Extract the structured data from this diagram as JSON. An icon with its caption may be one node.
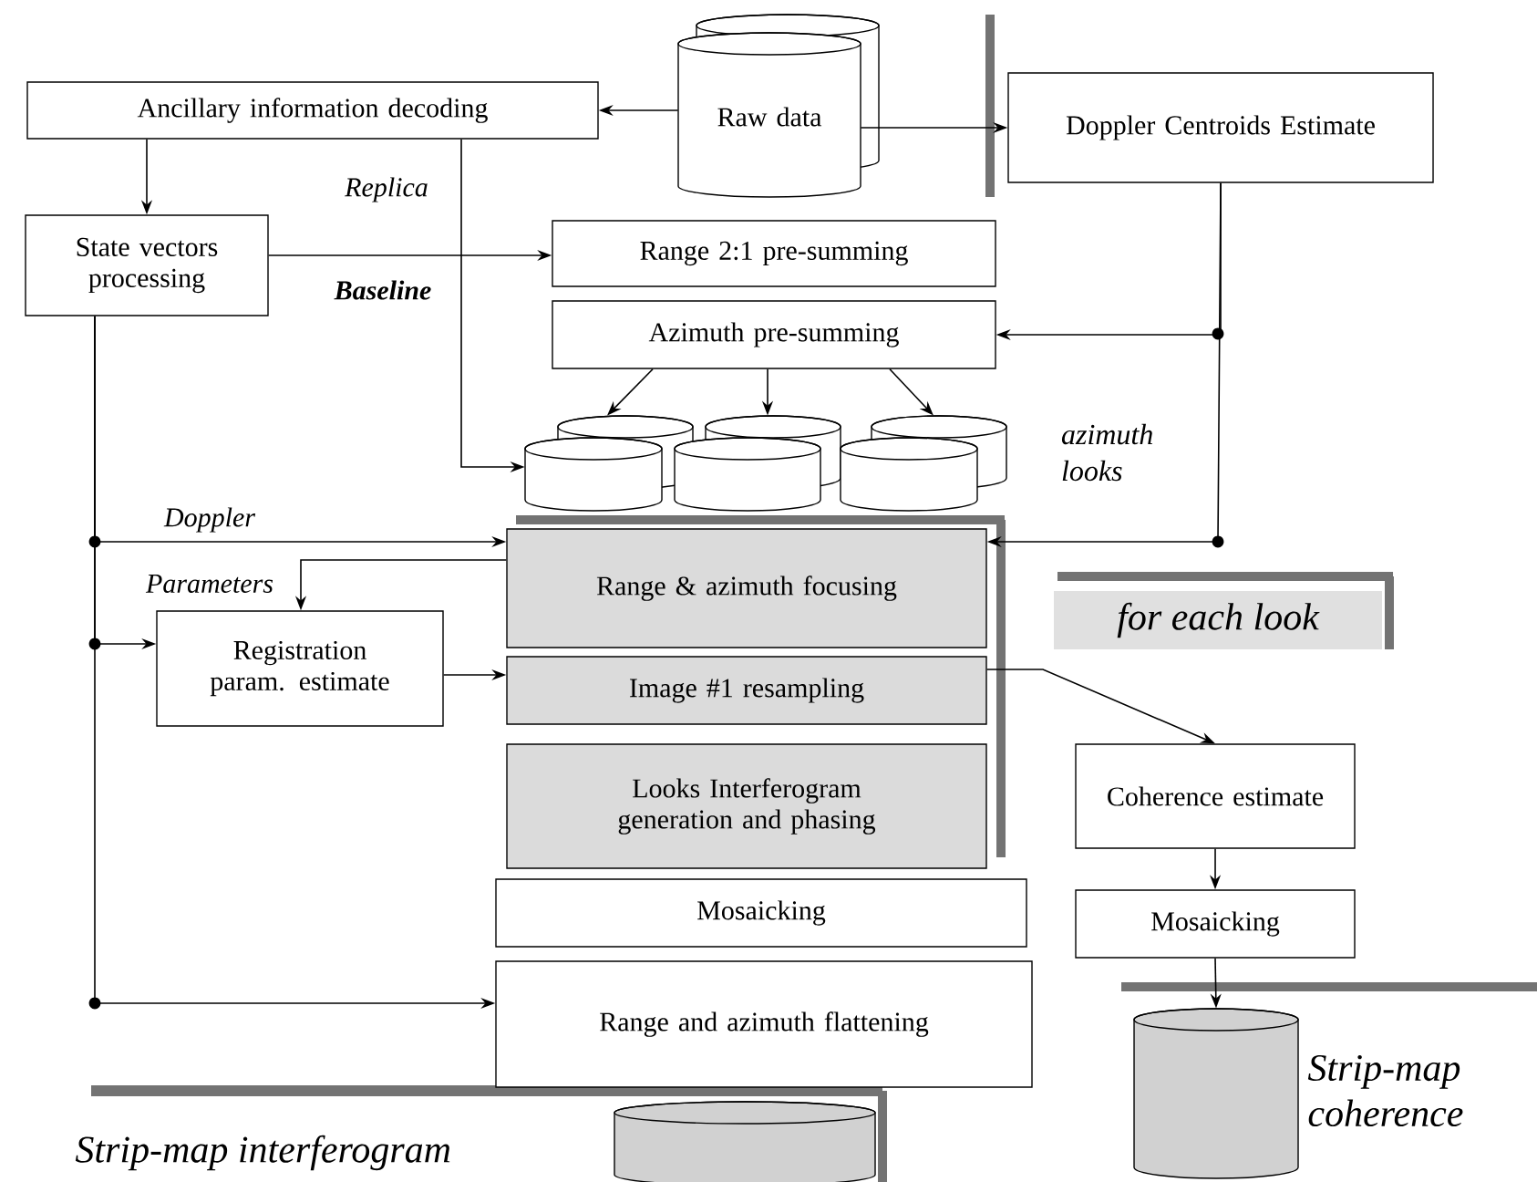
{
  "diagram": {
    "nodes": [
      {
        "text": [
          "Ancillary information decoding"
        ]
      },
      {
        "text": [
          "Raw data"
        ]
      },
      {
        "text": [
          "Doppler Centroids Estimate"
        ]
      },
      {
        "text": [
          "State vectors processing"
        ]
      },
      {
        "text": [
          "Range 2:1 pre-summing"
        ]
      },
      {
        "text": [
          "Azimuth pre-summing"
        ]
      },
      {
        "text": [],
        "shape": "cylinder"
      },
      {
        "text": [],
        "shape": "cylinder"
      },
      {
        "text": [],
        "shape": "cylinder"
      },
      {
        "text": [],
        "shape": "cylinder"
      },
      {
        "text": [],
        "shape": "cylinder"
      },
      {
        "text": [],
        "shape": "cylinder"
      },
      {
        "text": [
          "Range & azimuth focusing"
        ]
      },
      {
        "text": [
          "Registration param. estimate"
        ]
      },
      {
        "text": [
          "Image #1 resampling"
        ]
      },
      {
        "text": [
          "Looks Interferogram generation and phasing"
        ]
      },
      {
        "text": [
          "Mosaicking"
        ]
      },
      {
        "text": [
          "Range and azimuth flattening"
        ]
      },
      {
        "text": [
          "Coherence estimate"
        ]
      },
      {
        "text": [
          "Mosaicking"
        ]
      },
      {
        "text": [],
        "shape": "cylinder"
      },
      {
        "text": [],
        "shape": "cylinder",
        "beside": [
          "Strip-map coherence"
        ]
      }
    ],
    "edges": [
      {
        "from": 1,
        "to": 0,
        "arrow": "to"
      },
      {
        "from": 1,
        "to": 2,
        "arrow": "to"
      },
      {
        "from": 0,
        "to": 3,
        "arrow": "to"
      },
      {
        "from": 3,
        "to": 4,
        "arrow": "to",
        "label": "Baseline"
      },
      {
        "from": 0,
        "to": 9,
        "arrow": "to",
        "label": "Replica"
      },
      {
        "from": 5,
        "to": 6,
        "arrow": "to"
      },
      {
        "from": 5,
        "to": 7,
        "arrow": "to"
      },
      {
        "from": 5,
        "to": 8,
        "arrow": "to"
      },
      {
        "from": 2,
        "to": 5,
        "arrow": "to"
      },
      {
        "from": 2,
        "to": 12,
        "arrow": "to"
      },
      {
        "from": 3,
        "to": 12,
        "arrow": "to",
        "label": "Doppler"
      },
      {
        "from": 12,
        "to": 13,
        "arrow": "to",
        "label": "Parameters"
      },
      {
        "from": 3,
        "to": 13,
        "arrow": "to"
      },
      {
        "from": 13,
        "to": 14,
        "arrow": "to"
      },
      {
        "from": 14,
        "to": 18,
        "arrow": "to"
      },
      {
        "from": 18,
        "to": 19,
        "arrow": "to"
      },
      {
        "from": 19,
        "to": 21,
        "arrow": "to"
      },
      {
        "from": 3,
        "to": 17,
        "arrow": "to"
      }
    ],
    "labels": [
      "azimuth looks",
      "for each look",
      "Strip-map interferogram"
    ]
  }
}
